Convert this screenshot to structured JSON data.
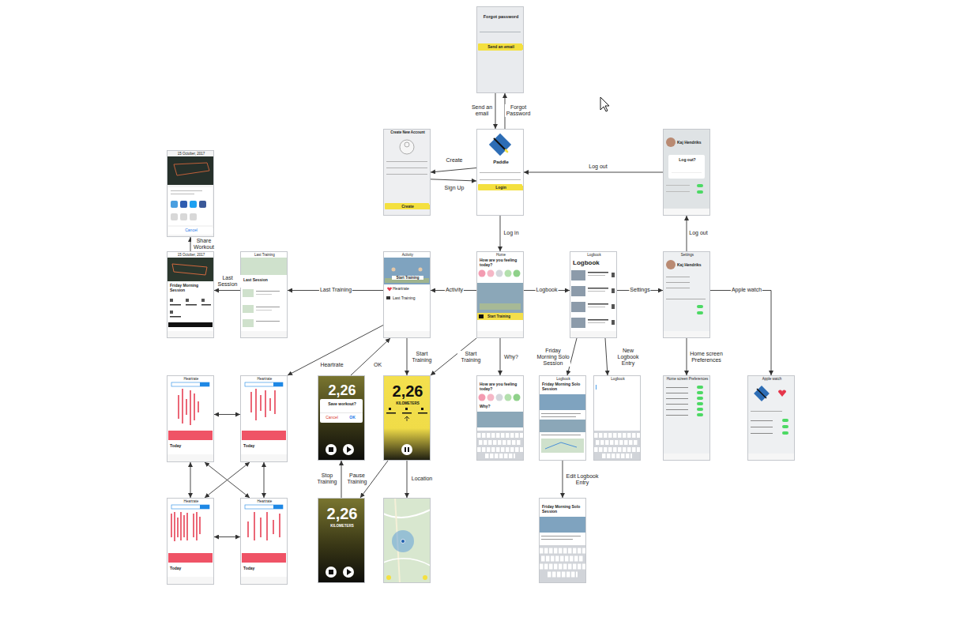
{
  "diagram": {
    "nodes": [
      {
        "text": [
          "Forgot password",
          "Send an email"
        ]
      },
      {
        "text": [
          "15 October, 2017",
          "Cancel"
        ]
      },
      {
        "text": [
          "Create New Account",
          "Create"
        ]
      },
      {
        "text": [
          "Paddle",
          "Login"
        ]
      },
      {
        "text": [
          "Kaj Hendriks",
          "Log out?"
        ]
      },
      {
        "text": [
          "15 October, 2017",
          "Friday Morning Session"
        ]
      },
      {
        "text": [
          "Last Training",
          "Last Session"
        ]
      },
      {
        "text": [
          "Activity",
          "Start Training",
          "Heartrate",
          "Last Training"
        ]
      },
      {
        "text": [
          "Home",
          "How are you feeling today?",
          "Start Training"
        ]
      },
      {
        "text": [
          "Logbook",
          "Logbook"
        ]
      },
      {
        "text": [
          "Settings",
          "Kaj Hendriks"
        ]
      },
      {
        "text": [
          "Heartrate",
          "Today"
        ]
      },
      {
        "text": [
          "Heartrate",
          "Today"
        ]
      },
      {
        "text": [
          "2,26",
          "Save workout?",
          "Cancel",
          "OK"
        ]
      },
      {
        "text": [
          "2,26",
          "KILOMETERS"
        ]
      },
      {
        "text": [
          "How are you feeling today?",
          "Why?"
        ]
      },
      {
        "text": [
          "Logbook",
          "Friday Morning Solo Session"
        ]
      },
      {
        "text": [
          "Logbook"
        ]
      },
      {
        "text": [
          "Home screen Preferences"
        ]
      },
      {
        "text": [
          "Apple watch"
        ]
      },
      {
        "text": [
          "Heartrate",
          "Today"
        ]
      },
      {
        "text": [
          "Heartrate",
          "Today"
        ]
      },
      {
        "text": [
          "2,26",
          "KILOMETERS"
        ]
      },
      {
        "text": []
      },
      {
        "text": [
          "Friday Morning Solo Session"
        ]
      }
    ],
    "edges": [
      {
        "from": 3,
        "to": 0,
        "label": "Forgot Password",
        "arrow": "to"
      },
      {
        "from": 0,
        "to": 3,
        "label": "Send an email",
        "arrow": "to"
      },
      {
        "from": 3,
        "to": 2,
        "label": "Create",
        "arrow": "to"
      },
      {
        "from": 2,
        "to": 3,
        "label": "Sign Up",
        "arrow": "to"
      },
      {
        "from": 4,
        "to": 3,
        "label": "Log out",
        "arrow": "to"
      },
      {
        "from": 10,
        "to": 4,
        "label": "Log out",
        "arrow": "to"
      },
      {
        "from": 3,
        "to": 8,
        "label": "Log in",
        "arrow": "to"
      },
      {
        "from": 8,
        "to": 7,
        "label": "Activity",
        "arrow": "to"
      },
      {
        "from": 8,
        "to": 9,
        "label": "Logbook",
        "arrow": "to"
      },
      {
        "from": 9,
        "to": 10,
        "label": "Settings",
        "arrow": "to"
      },
      {
        "from": 10,
        "to": 19,
        "label": "Apple watch",
        "arrow": "to"
      },
      {
        "from": 7,
        "to": 6,
        "label": "Last Training",
        "arrow": "to"
      },
      {
        "from": 6,
        "to": 5,
        "label": "Last Session",
        "arrow": "to"
      },
      {
        "from": 5,
        "to": 1,
        "label": "Share Workout",
        "arrow": "to"
      },
      {
        "from": 7,
        "to": 12,
        "label": "Heartrate",
        "arrow": "to"
      },
      {
        "from": 13,
        "to": 7,
        "label": "OK",
        "arrow": "to"
      },
      {
        "from": 7,
        "to": 14,
        "label": "Start Training",
        "arrow": "to"
      },
      {
        "from": 8,
        "to": 14,
        "label": "Start Training",
        "arrow": "to"
      },
      {
        "from": 8,
        "to": 15,
        "label": "Why?",
        "arrow": "to"
      },
      {
        "from": 9,
        "to": 16,
        "label": "Friday Morning Solo Session",
        "arrow": "to"
      },
      {
        "from": 9,
        "to": 17,
        "label": "New Logbook Entry",
        "arrow": "to"
      },
      {
        "from": 10,
        "to": 18,
        "label": "Home screen Preferences",
        "arrow": "to"
      },
      {
        "from": 14,
        "to": 22,
        "label": "Pause Training",
        "arrow": "to"
      },
      {
        "from": 22,
        "to": 13,
        "label": "Stop Training",
        "arrow": "to"
      },
      {
        "from": 14,
        "to": 23,
        "label": "Location",
        "arrow": "to"
      },
      {
        "from": 16,
        "to": 24,
        "label": "Edit Logbook Entry",
        "arrow": "to"
      },
      {
        "from": 11,
        "to": 12,
        "arrow": "both"
      },
      {
        "from": 11,
        "to": 20,
        "arrow": "both"
      },
      {
        "from": 12,
        "to": 21,
        "arrow": "both"
      },
      {
        "from": 20,
        "to": 21,
        "arrow": "both"
      },
      {
        "from": 11,
        "to": 21,
        "arrow": "both"
      },
      {
        "from": 12,
        "to": 20,
        "arrow": "both"
      }
    ]
  }
}
